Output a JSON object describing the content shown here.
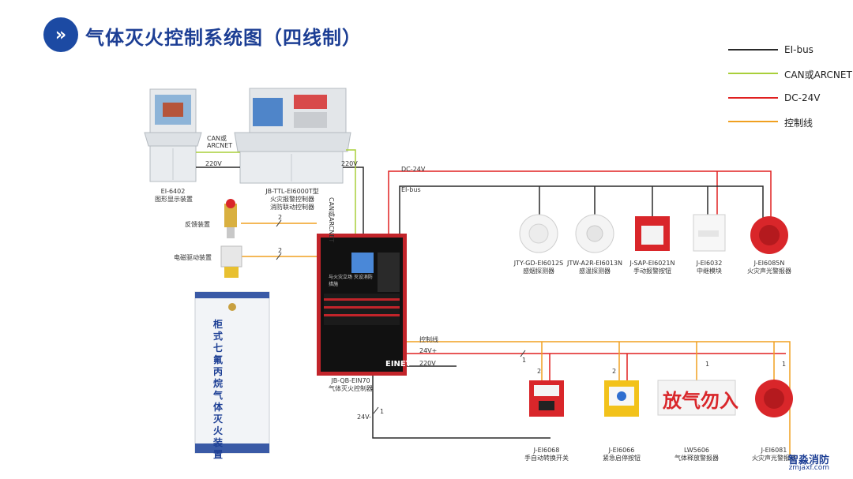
{
  "title": "气体灭火控制系统图（四线制）",
  "legend": [
    {
      "label": "EI-bus",
      "color": "#2a2a2a"
    },
    {
      "label": "CAN或ARCNET",
      "color": "#a9cf3a"
    },
    {
      "label": "DC-24V",
      "color": "#e02020"
    },
    {
      "label": "控制线",
      "color": "#f0a020"
    }
  ],
  "devices": {
    "display": {
      "model": "EI-6402",
      "name": "图形显示装置"
    },
    "controller": {
      "model": "JB-TTL-EI6000T型",
      "line2": "火灾报警控制器",
      "line3": "消防联动控制器"
    },
    "gas_controller": {
      "model": "JB-QB-EIN70",
      "name": "气体灭火控制器",
      "brand": "EINET",
      "screen_text": "与火灾立场  灭设消防措施"
    },
    "cabinet": {
      "name": "柜式七氟丙烷气体灭火装置"
    },
    "feedback": {
      "name": "反馈装置"
    },
    "solenoid": {
      "name": "电磁驱动装置"
    }
  },
  "top_devices": [
    {
      "model": "JTY-GD-EI6012S",
      "name": "感烟探测器"
    },
    {
      "model": "JTW-A2R-EI6013N",
      "name": "感温探测器"
    },
    {
      "model": "J-SAP-EI6021N",
      "name": "手动报警按钮"
    },
    {
      "model": "J-EI6032",
      "name": "中继模块"
    },
    {
      "model": "J-EI6085N",
      "name": "火灾声光警报器"
    }
  ],
  "bottom_devices": [
    {
      "model": "J-EI6068",
      "name": "手自动转换开关"
    },
    {
      "model": "J-EI6066",
      "name": "紧急启停按钮"
    },
    {
      "model": "LW5606",
      "name": "气体释放警报器",
      "sign": "放气勿入"
    },
    {
      "model": "J-EI6081",
      "name": "火灾声光警报器"
    }
  ],
  "line_labels": {
    "can_or_arcnet": "CAN或\nARCNET",
    "can_or": "CAN或",
    "arcnet": "ARCNET",
    "v220_a": "220V",
    "v220_b": "220V",
    "can_vertical": "CAN或ARCNET",
    "dc24": "DC-24V",
    "eibus": "EI-bus",
    "ctrl": "控制线",
    "v24plus": "24V+",
    "v220_c": "220V",
    "v24minus": "24V-"
  },
  "wire_counts": {
    "feedback": "2",
    "solenoid": "2",
    "bottom": "1",
    "sw": "2",
    "stop": "2",
    "release": "1",
    "alarm": "1",
    "v24": "1"
  },
  "watermark": {
    "name": "智淼消防",
    "url": "zmjaxf.com"
  }
}
